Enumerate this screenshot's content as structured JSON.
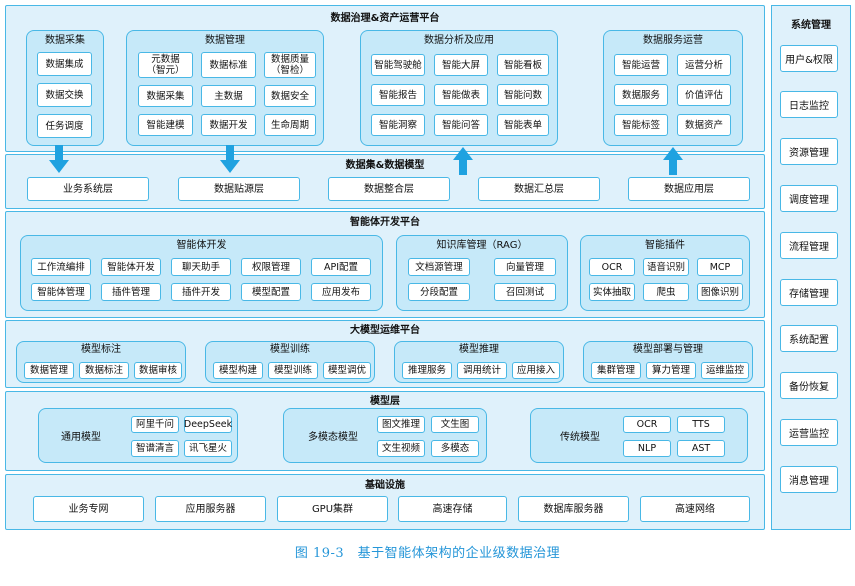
{
  "top": {
    "title": "数据治理&资产运营平台",
    "collect": {
      "title": "数据采集",
      "items": [
        "数据集成",
        "数据交换",
        "任务调度"
      ]
    },
    "manage": {
      "title": "数据管理",
      "items": [
        "元数据\n（智元）",
        "数据标准",
        "数据质量\n（智检）",
        "数据采集",
        "主数据",
        "数据安全",
        "智能建模",
        "数据开发",
        "生命周期"
      ]
    },
    "analysis": {
      "title": "数据分析及应用",
      "items": [
        "智能驾驶舱",
        "智能大屏",
        "智能看板",
        "智能报告",
        "智能做表",
        "智能问数",
        "智能洞察",
        "智能问答",
        "智能表单"
      ]
    },
    "service": {
      "title": "数据服务运营",
      "items": [
        "智能运营",
        "运营分析",
        "数据服务",
        "价值评估",
        "智能标签",
        "数据资产"
      ]
    }
  },
  "dataset": {
    "title": "数据集&数据模型",
    "items": [
      "业务系统层",
      "数据贴源层",
      "数据整合层",
      "数据汇总层",
      "数据应用层"
    ]
  },
  "agent_platform": {
    "title": "智能体开发平台",
    "dev": {
      "title": "智能体开发",
      "items": [
        "工作流编排",
        "智能体开发",
        "聊天助手",
        "权限管理",
        "API配置",
        "智能体管理",
        "插件管理",
        "插件开发",
        "模型配置",
        "应用发布"
      ]
    },
    "kb": {
      "title": "知识库管理（RAG）",
      "items": [
        "文档源管理",
        "向量管理",
        "分段配置",
        "召回测试"
      ]
    },
    "plugin": {
      "title": "智能插件",
      "items": [
        "OCR",
        "语音识别",
        "MCP",
        "实体抽取",
        "爬虫",
        "图像识别"
      ]
    }
  },
  "ops": {
    "title": "大模型运维平台",
    "label": {
      "title": "模型标注",
      "items": [
        "数据管理",
        "数据标注",
        "数据审核"
      ]
    },
    "train": {
      "title": "模型训练",
      "items": [
        "模型构建",
        "模型训练",
        "模型调优"
      ]
    },
    "infer": {
      "title": "模型推理",
      "items": [
        "推理服务",
        "调用统计",
        "应用接入"
      ]
    },
    "deploy": {
      "title": "模型部署与管理",
      "items": [
        "集群管理",
        "算力管理",
        "运维监控"
      ]
    }
  },
  "model_layer": {
    "title": "模型层",
    "general": {
      "title": "通用模型",
      "items": [
        "阿里千问",
        "DeepSeek",
        "智谱清言",
        "讯飞星火"
      ]
    },
    "multi": {
      "title": "多模态模型",
      "items": [
        "图文推理",
        "文生图",
        "文生视频",
        "多模态"
      ]
    },
    "traditional": {
      "title": "传统模型",
      "items": [
        "OCR",
        "TTS",
        "NLP",
        "AST"
      ]
    }
  },
  "infra": {
    "title": "基础设施",
    "items": [
      "业务专网",
      "应用服务器",
      "GPU集群",
      "高速存储",
      "数据库服务器",
      "高速网络"
    ]
  },
  "sidebar": {
    "title": "系统管理",
    "items": [
      "用户&权限",
      "日志监控",
      "资源管理",
      "调度管理",
      "流程管理",
      "存储管理",
      "系统配置",
      "备份恢复",
      "运营监控",
      "消息管理"
    ]
  },
  "caption": "图 19-3　基于智能体架构的企业级数据治理",
  "colors": {
    "border": "#49b8e6",
    "panel": "#c6e9f9",
    "layer": "#dff1fb",
    "arrow": "#1fa2e0",
    "caption": "#2596d8"
  }
}
